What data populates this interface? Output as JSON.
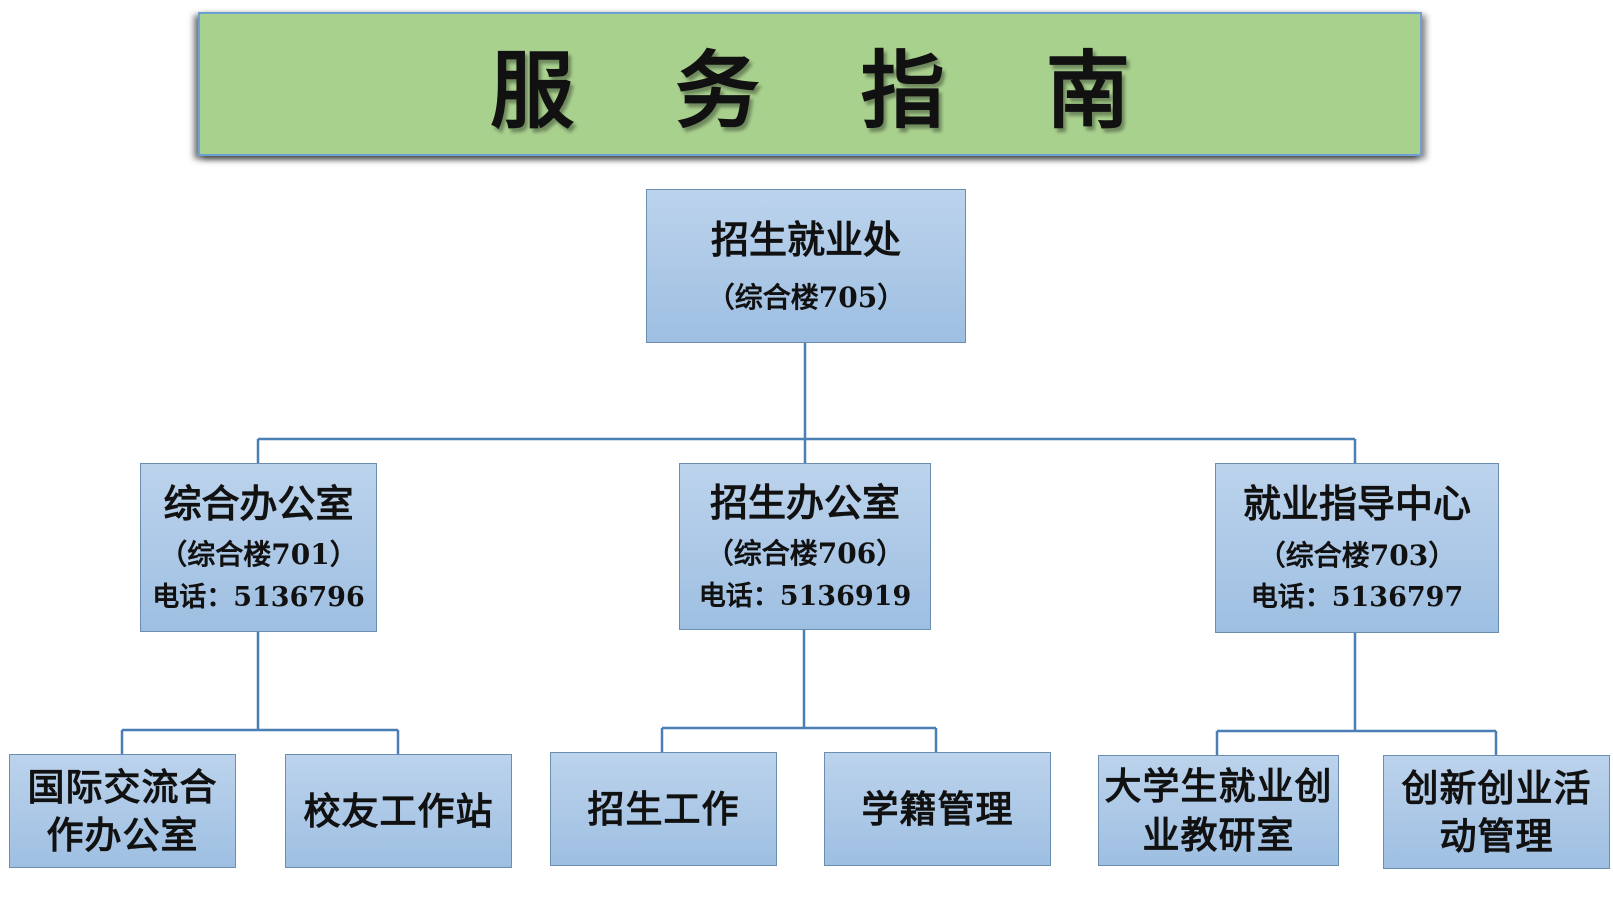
{
  "banner": {
    "title": "服 务 指 南"
  },
  "root": {
    "name": "招生就业处",
    "location": "（综合楼705）"
  },
  "departments": [
    {
      "name": "综合办公室",
      "location": "（综合楼701）",
      "phone": "电话：5136796"
    },
    {
      "name": "招生办公室",
      "location": "（综合楼706）",
      "phone": "电话：5136919"
    },
    {
      "name": "就业指导中心",
      "location": "（综合楼703）",
      "phone": "电话：5136797"
    }
  ],
  "units": [
    {
      "name": "国际交流合作办公室",
      "line1": "国际交流合",
      "line2": "作办公室"
    },
    {
      "name": "校友工作站"
    },
    {
      "name": "招生工作"
    },
    {
      "name": "学籍管理"
    },
    {
      "name": "大学生就业创业教研室",
      "line1": "大学生就业创",
      "line2": "业教研室"
    },
    {
      "name": "创新创业活动管理",
      "line1": "创新创业活",
      "line2": "动管理"
    }
  ],
  "colors": {
    "banner_fill": "#a9d18e",
    "box_fill_top": "#bcd3ec",
    "box_fill_bottom": "#9ebfe2",
    "connector": "#4a7fb5"
  }
}
